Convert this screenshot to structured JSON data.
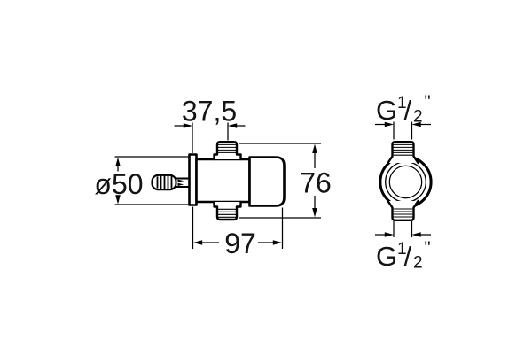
{
  "drawing": {
    "type": "technical-dimension-drawing",
    "subject": "wall-mounted time-flow valve, side view and front view",
    "colors": {
      "line": "#000000",
      "background": "#ffffff",
      "text": "#141414"
    },
    "side_view": {
      "dim_depth": "37,5",
      "dim_flange_diameter": "ø50",
      "dim_height": "76",
      "dim_length": "97"
    },
    "front_view": {
      "thread_size_top": {
        "g": "G",
        "numerator": "1",
        "slash": "/",
        "denominator": "2",
        "inches": "\""
      },
      "thread_size_bottom": {
        "g": "G",
        "numerator": "1",
        "slash": "/",
        "denominator": "2",
        "inches": "\""
      }
    }
  }
}
